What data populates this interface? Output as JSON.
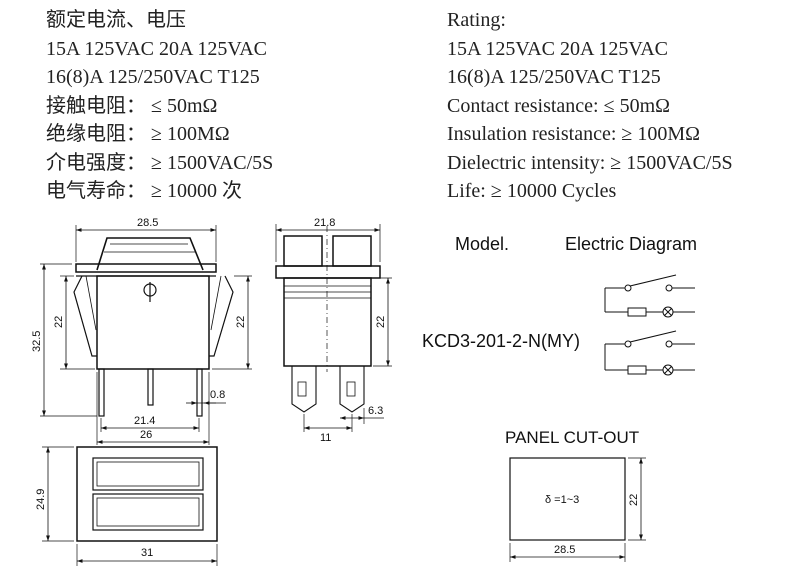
{
  "specs_cn": [
    "额定电流、电压",
    "15A 125VAC  20A 125VAC",
    "16(8)A 125/250VAC T125",
    "接触电阻： ≤ 50mΩ",
    "绝缘电阻： ≥ 100MΩ",
    "介电强度： ≥ 1500VAC/5S",
    "电气寿命： ≥ 10000 次"
  ],
  "specs_en": [
    "Rating:",
    "15A 125VAC  20A 125VAC",
    "16(8)A 125/250VAC T125",
    "Contact resistance: ≤ 50mΩ",
    "Insulation resistance: ≥ 100MΩ",
    "Dielectric intensity: ≥ 1500VAC/5S",
    "Life: ≥ 10000 Cycles"
  ],
  "model_label": "Model.",
  "diagram_title": "Electric Diagram",
  "model_name": "KCD3-201-2-N(MY)",
  "panel_title": "PANEL CUT-OUT",
  "dims": {
    "front_top_width": "28.5",
    "front_body_height": "22",
    "front_total_height": "32.5",
    "front_right_height": "22",
    "terminal_width": "0.8",
    "terminal_span": "21.4",
    "body_width": "26",
    "side_width": "21.8",
    "side_height": "22",
    "side_term_pitch": "11",
    "side_term_width": "6.3",
    "bottom_height": "24.9",
    "bottom_width": "31",
    "panel_thickness": "δ =1~3",
    "panel_height": "22",
    "panel_width": "28.5"
  }
}
